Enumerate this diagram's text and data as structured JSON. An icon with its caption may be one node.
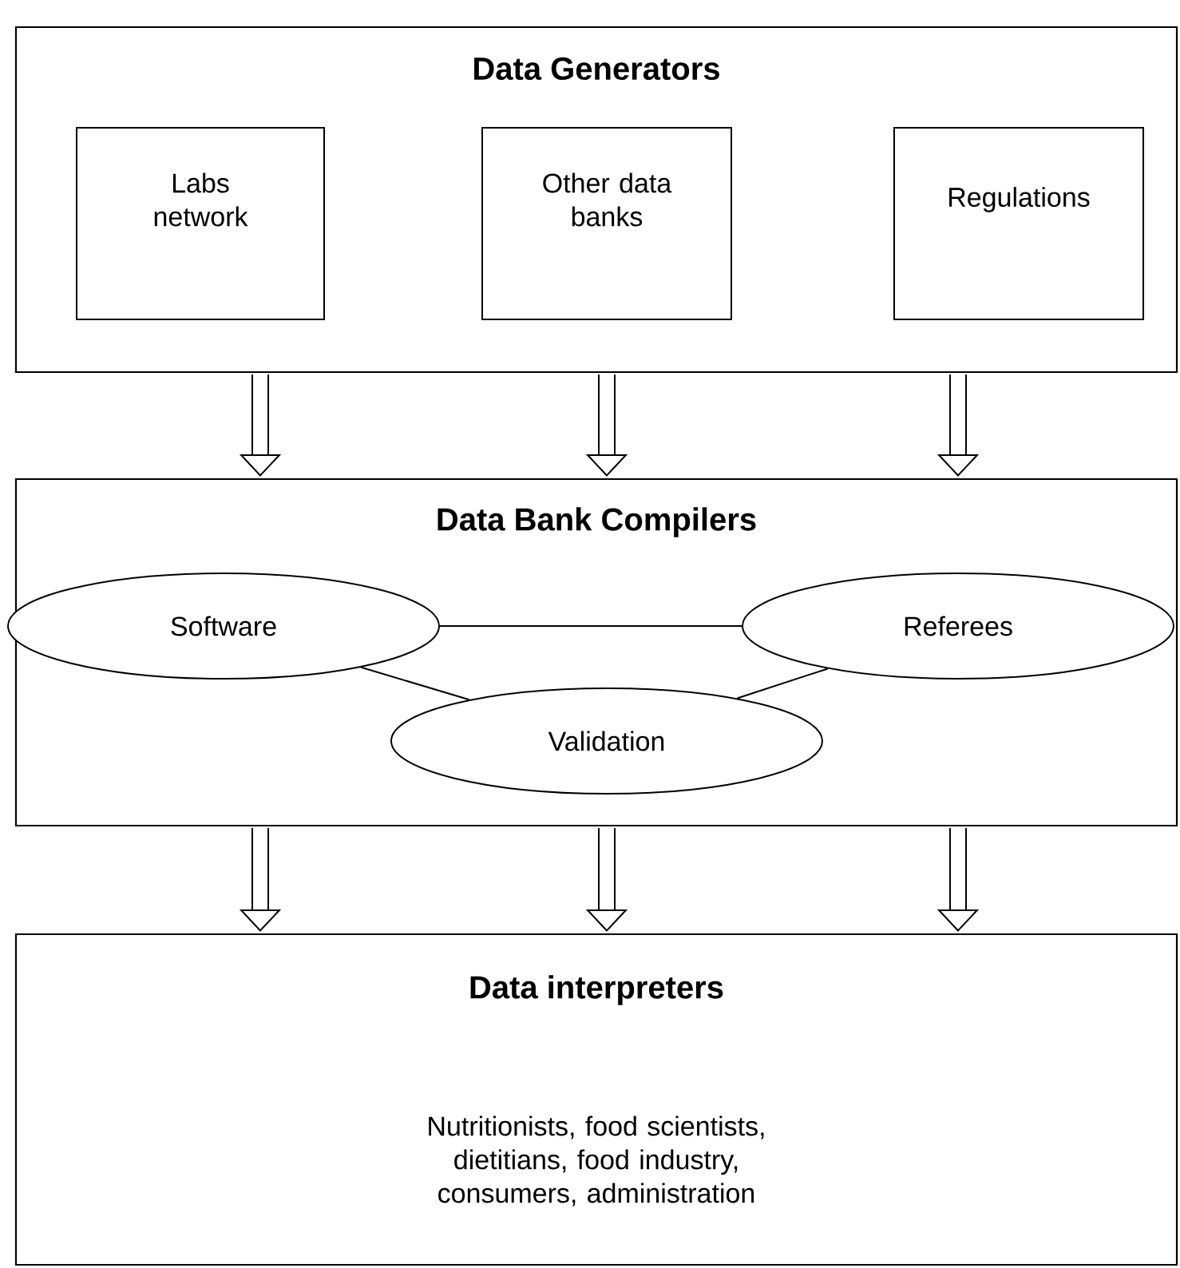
{
  "diagram": {
    "nodes": [
      {
        "text": [
          "Data Generators"
        ]
      },
      {
        "text": [
          "Labs network"
        ],
        "in": 0
      },
      {
        "text": [
          "Other data banks"
        ],
        "in": 0
      },
      {
        "text": [
          "Regulations"
        ],
        "in": 0
      },
      {
        "text": [
          "Data Bank Compilers"
        ]
      },
      {
        "text": [
          "Software"
        ],
        "in": 4
      },
      {
        "text": [
          "Referees"
        ],
        "in": 4
      },
      {
        "text": [
          "Validation"
        ],
        "in": 4
      },
      {
        "text": [
          "Data interpreters",
          "Nutritionists, food scientists, dietitians, food industry, consumers, administration"
        ]
      }
    ],
    "edges": [
      {
        "from": 0,
        "to": 4,
        "arrow": "to"
      },
      {
        "from": 0,
        "to": 4,
        "arrow": "to"
      },
      {
        "from": 0,
        "to": 4,
        "arrow": "to"
      },
      {
        "from": 4,
        "to": 8,
        "arrow": "to"
      },
      {
        "from": 4,
        "to": 8,
        "arrow": "to"
      },
      {
        "from": 4,
        "to": 8,
        "arrow": "to"
      },
      {
        "from": 5,
        "to": 6,
        "arrow": "none"
      },
      {
        "from": 5,
        "to": 7,
        "arrow": "none"
      },
      {
        "from": 6,
        "to": 7,
        "arrow": "none"
      }
    ]
  }
}
